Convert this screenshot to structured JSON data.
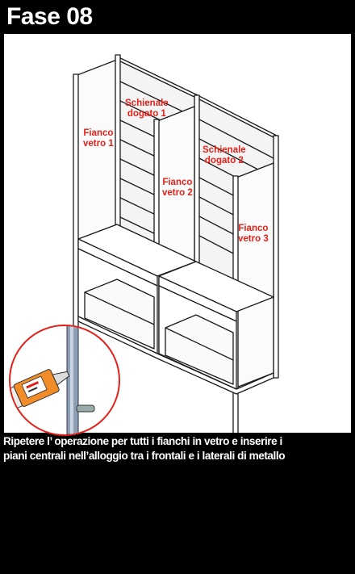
{
  "header": {
    "title": "Fase 08"
  },
  "labels": {
    "schienale_1": [
      "Schienale",
      "dogato 1"
    ],
    "fianco_1": [
      "Fianco",
      "vetro 1"
    ],
    "fianco_2": [
      "Fianco",
      "vetro 2"
    ],
    "schienale_2": [
      "Schienale",
      "dogato 2"
    ],
    "fianco_3": [
      "Fianco",
      "vetro 3"
    ]
  },
  "caption": {
    "line1": "Ripetere l’ operazione per tutti i fianchi in vetro e inserire i",
    "line2": "piani centrali nell’alloggio tra i frontali e i laterali di metallo"
  },
  "colors": {
    "accent": "#e32119",
    "background": "#000000",
    "panel": "#ffffff"
  },
  "icons": {
    "inset": "silicone-cartridge-icon"
  }
}
